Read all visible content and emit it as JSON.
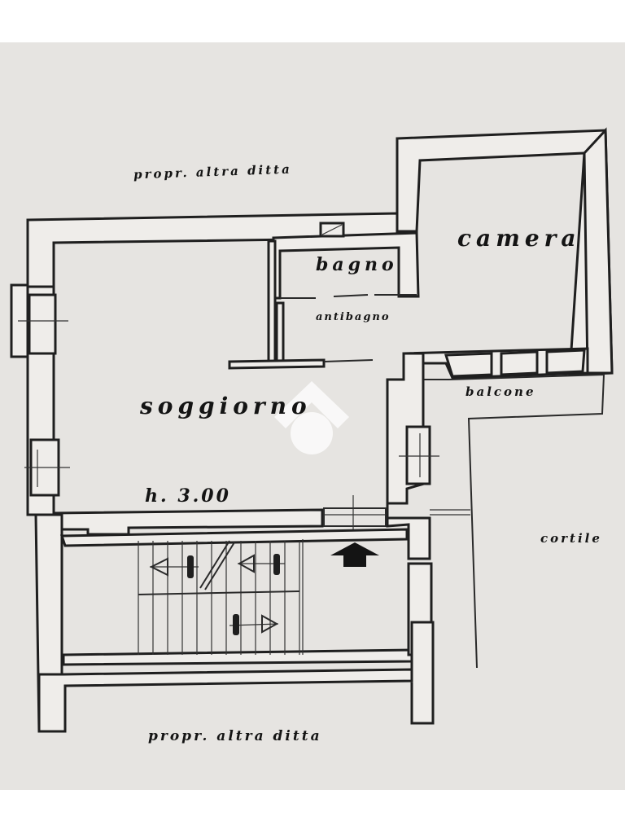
{
  "labels": {
    "neighbor_top": "propr. altra ditta",
    "neighbor_bottom": "propr. altra ditta",
    "camera": "camera",
    "bagno": "bagno",
    "antibagno": "antibagno",
    "soggiorno": "soggiorno",
    "balcone": "balcone",
    "cortile": "cortile",
    "height": "h. 3.00"
  },
  "icons": {
    "entrance": "entrance-arrow-icon",
    "watermark": "agency-logo-watermark"
  },
  "colors": {
    "paper": "#e6e4e1",
    "wall_fill": "#efedea",
    "ink": "#1f1f1f"
  }
}
